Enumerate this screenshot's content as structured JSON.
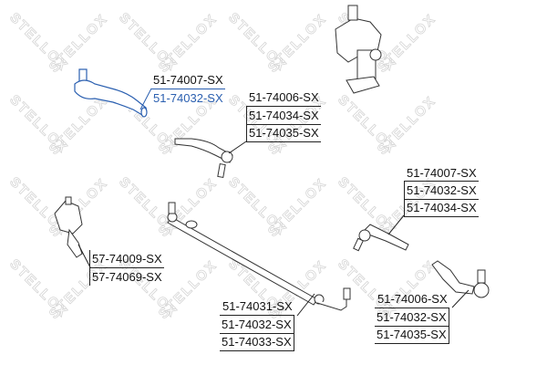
{
  "watermark": "STELLOX",
  "colors": {
    "highlight": "#2a5fb0",
    "line": "#222222"
  },
  "groups": {
    "a": {
      "labels": [
        "51-74007-SX",
        "51-74032-SX"
      ],
      "highlighted": "51-74032-SX"
    },
    "b": {
      "labels": [
        "51-74006-SX",
        "51-74034-SX",
        "51-74035-SX"
      ]
    },
    "c": {
      "labels": [
        "51-74007-SX",
        "51-74032-SX",
        "51-74034-SX"
      ]
    },
    "d": {
      "labels": [
        "57-74009-SX",
        "57-74069-SX"
      ]
    },
    "e": {
      "labels": [
        "51-74031-SX",
        "51-74032-SX",
        "51-74033-SX"
      ]
    },
    "f": {
      "labels": [
        "51-74006-SX",
        "51-74032-SX",
        "51-74035-SX"
      ]
    }
  }
}
